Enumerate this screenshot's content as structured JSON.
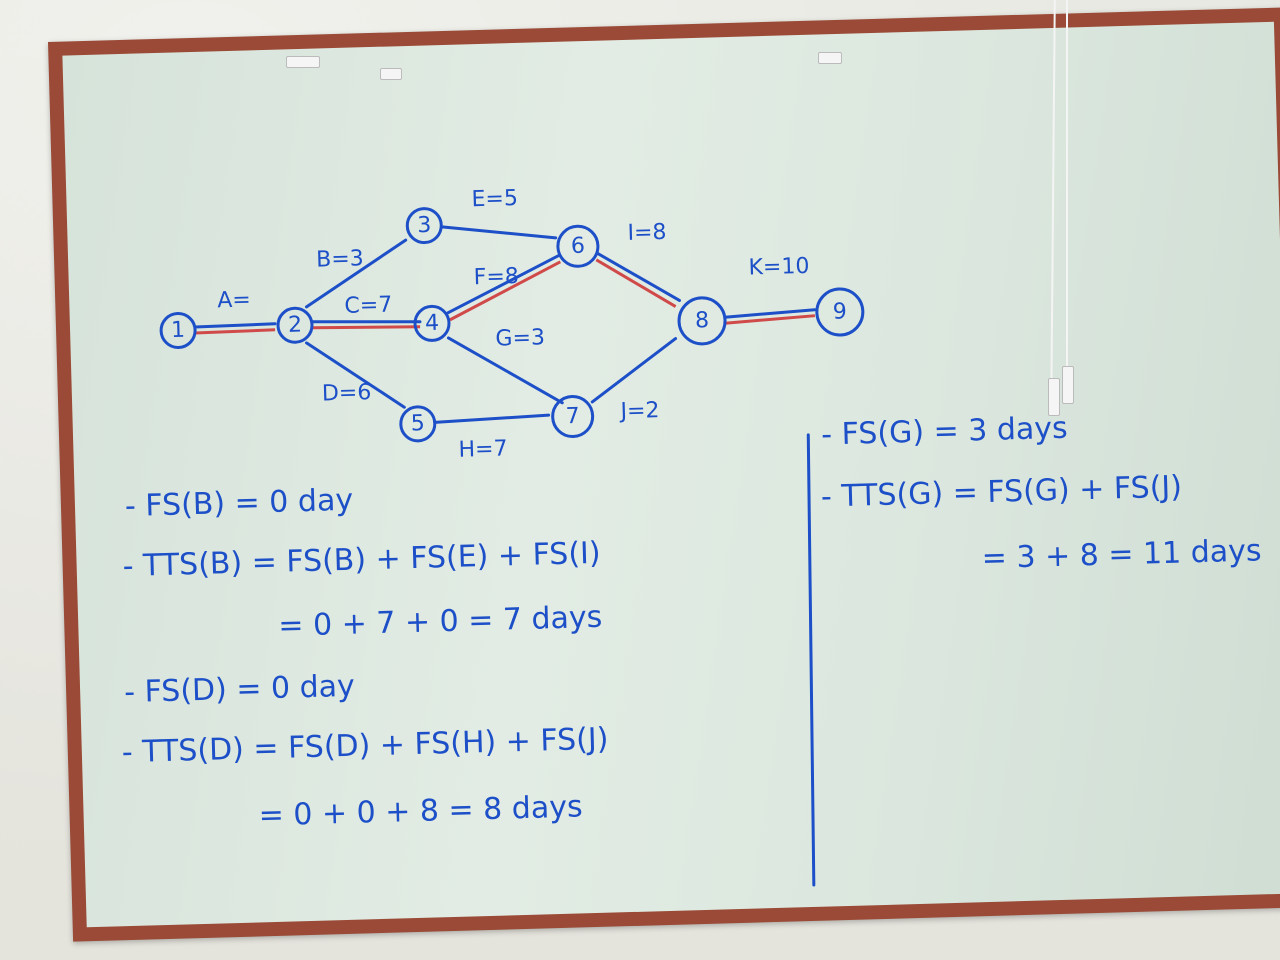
{
  "network": {
    "nodes": [
      "1",
      "2",
      "3",
      "4",
      "5",
      "6",
      "7",
      "8",
      "9"
    ],
    "activities": [
      {
        "label": "A=",
        "from": "1",
        "to": "2",
        "critical": true
      },
      {
        "label": "B=3",
        "from": "2",
        "to": "3",
        "critical": false
      },
      {
        "label": "C=7",
        "from": "2",
        "to": "4",
        "critical": true
      },
      {
        "label": "D=6",
        "from": "2",
        "to": "5",
        "critical": false
      },
      {
        "label": "E=5",
        "from": "3",
        "to": "6",
        "critical": false
      },
      {
        "label": "F=8",
        "from": "4",
        "to": "6",
        "critical": true
      },
      {
        "label": "G=3",
        "from": "4",
        "to": "7",
        "critical": false
      },
      {
        "label": "H=7",
        "from": "5",
        "to": "7",
        "critical": false
      },
      {
        "label": "I=8",
        "from": "6",
        "to": "8",
        "critical": true
      },
      {
        "label": "J=2",
        "from": "7",
        "to": "8",
        "critical": false
      },
      {
        "label": "K=10",
        "from": "8",
        "to": "9",
        "critical": true
      }
    ]
  },
  "notes_left": [
    "- FS(B) = 0 day",
    "- TTS(B) = FS(B) + FS(E) + FS(I)",
    "= 0 + 7 + 0 = 7 days",
    "- FS(D) = 0 day",
    "- TTS(D) = FS(D) + FS(H) + FS(J)",
    "= 0 + 0 + 8 = 8 days"
  ],
  "notes_right": [
    "- FS(G) = 3 days",
    "- TTS(G) = FS(G) + FS(J)",
    "= 3 + 8 = 11 days"
  ],
  "colors": {
    "ink": "#1c4fc8",
    "critical": "#d04a4a",
    "frame": "#9a4a36",
    "board": "#dbe7de"
  }
}
